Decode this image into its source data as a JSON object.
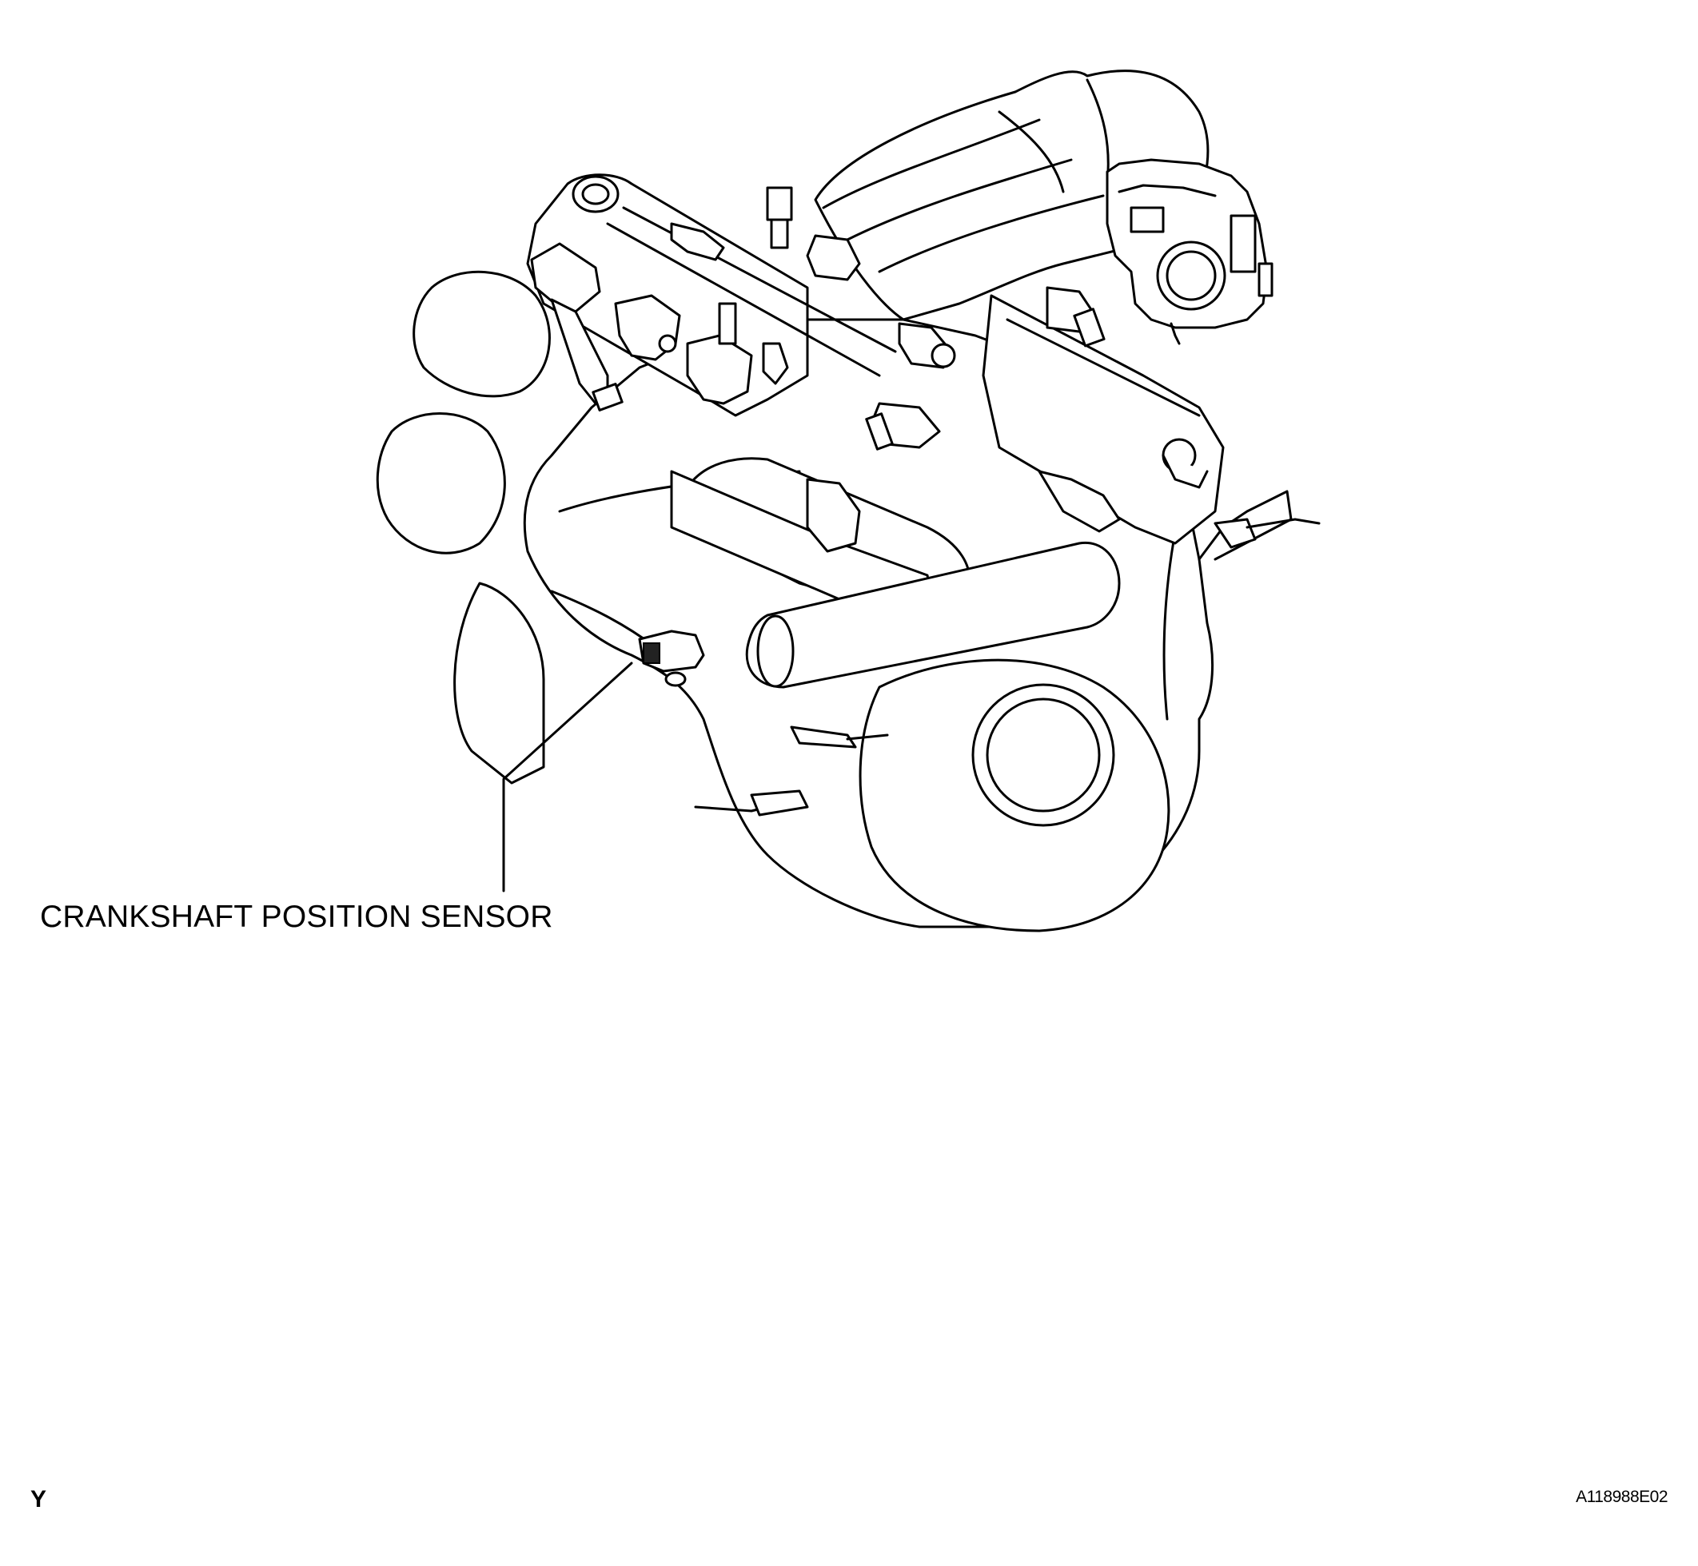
{
  "figure": {
    "callout_label": "CRANKSHAFT POSITION SENSOR",
    "view_code": "Y",
    "figure_id": "A118988E02"
  },
  "style": {
    "line_color": "#000000",
    "background": "#ffffff"
  }
}
